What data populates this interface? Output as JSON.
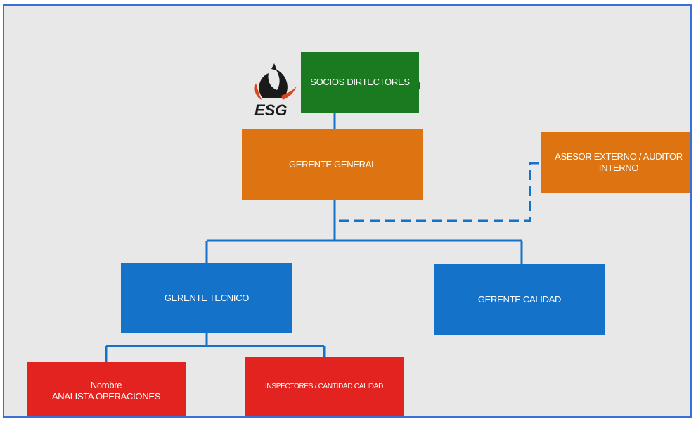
{
  "diagram": {
    "logo": {
      "text": "ESG",
      "icon": "esg-logo-icon"
    },
    "nodes": {
      "socios": "SOCIOS DIRTECTORES",
      "gerente_general": "GERENTE GENERAL",
      "asesor": "ASESOR EXTERNO / AUDITOR INTERNO",
      "gerente_tecnico": "GERENTE TECNICO",
      "gerente_calidad": "GERENTE CALIDAD",
      "analista_name": "Nombre",
      "analista_role": "ANALISTA OPERACIONES",
      "inspectores": "INSPECTORES / CANTIDAD CALIDAD"
    },
    "colors": {
      "background": "#e8e8e8",
      "frame": "#3a6fd8",
      "green": "#1a7a1f",
      "orange": "#dd7411",
      "blue": "#1572c9",
      "red": "#e2231f",
      "connector": "#1572c9",
      "arrow": "#a0154a"
    }
  }
}
